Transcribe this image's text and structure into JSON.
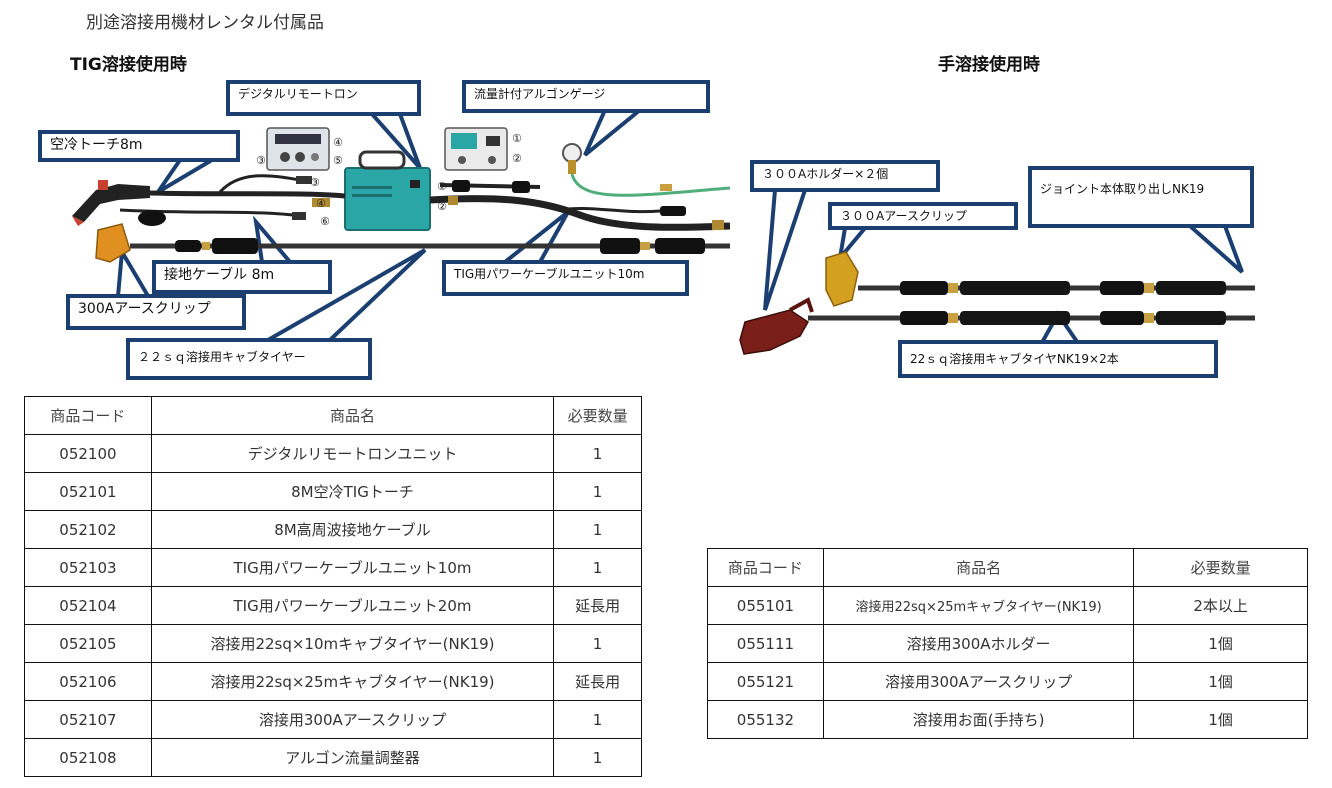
{
  "page": {
    "title": "別途溶接用機材レンタル付属品",
    "tig_title": "TIG溶接使用時",
    "manual_title": "手溶接使用時"
  },
  "tig_callouts": {
    "digital_remote": "デジタルリモートロン",
    "flowmeter_gauge": "流量計付アルゴンゲージ",
    "air_torch": "空冷トーチ8m",
    "ground_cable": "接地ケーブル 8m",
    "power_cable_unit": "TIG用パワーケーブルユニット10m",
    "earth_clip": "300Aアースクリップ",
    "cabtire": "２２ｓｑ溶接用キャブタイヤー"
  },
  "manual_callouts": {
    "holder": "３００Aホルダー×２個",
    "earth_clip": "３００Aアースクリップ",
    "joint": "ジョイント本体取り出しNK19",
    "cabtire": "22ｓｑ溶接用キャブタイヤNK19×2本"
  },
  "markers": [
    "①",
    "②",
    "③",
    "④",
    "⑤",
    "⑥"
  ],
  "tig_table": {
    "headers": [
      "商品コード",
      "商品名",
      "必要数量"
    ],
    "rows": [
      [
        "052100",
        "デジタルリモートロンユニット",
        "1"
      ],
      [
        "052101",
        "8M空冷TIGトーチ",
        "1"
      ],
      [
        "052102",
        "8M高周波接地ケーブル",
        "1"
      ],
      [
        "052103",
        "TIG用パワーケーブルユニット10m",
        "1"
      ],
      [
        "052104",
        "TIG用パワーケーブルユニット20m",
        "延長用"
      ],
      [
        "052105",
        "溶接用22sq×10mキャブタイヤー(NK19)",
        "1"
      ],
      [
        "052106",
        "溶接用22sq×25mキャブタイヤー(NK19)",
        "延長用"
      ],
      [
        "052107",
        "溶接用300Aアースクリップ",
        "1"
      ],
      [
        "052108",
        "アルゴン流量調整器",
        "1"
      ]
    ]
  },
  "manual_table": {
    "headers": [
      "商品コード",
      "商品名",
      "必要数量"
    ],
    "rows": [
      [
        "055101",
        "溶接用22sq×25mキャブタイヤー(NK19)",
        "2本以上"
      ],
      [
        "055111",
        "溶接用300Aホルダー",
        "1個"
      ],
      [
        "055121",
        "溶接用300Aアースクリップ",
        "1個"
      ],
      [
        "055132",
        "溶接用お面(手持ち)",
        "1個"
      ]
    ]
  },
  "colors": {
    "callout_border": "#1c3f72",
    "device_teal": "#2aa6a6",
    "clip_orange": "#e09020",
    "clip_gold": "#d4a020",
    "holder_red": "#7a1e1a",
    "hose_green": "#4fae7a"
  }
}
